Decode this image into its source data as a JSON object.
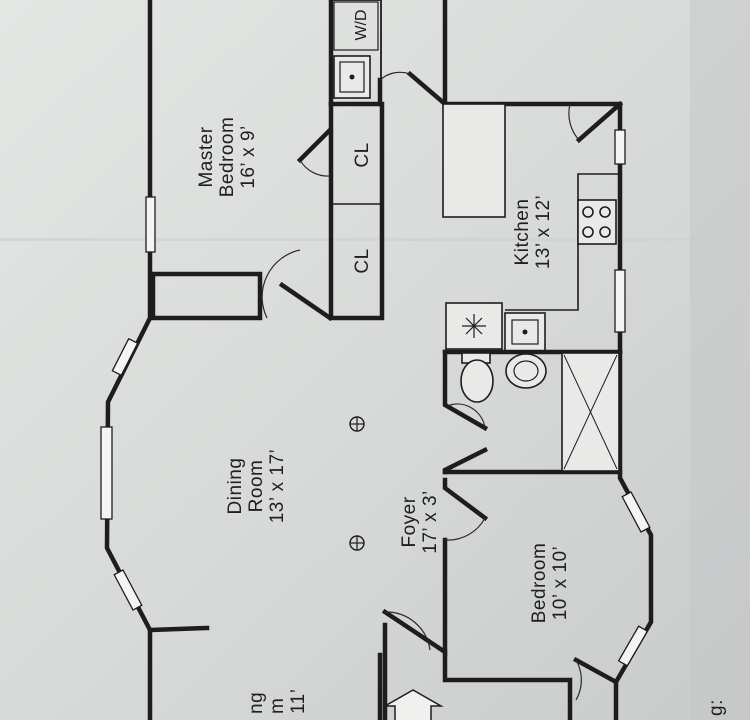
{
  "rooms": {
    "master_bedroom": {
      "name": "Master\nBedroom",
      "size": "16’ x 9’"
    },
    "kitchen": {
      "name": "Kitchen",
      "size": "13’ x 12’"
    },
    "dining_room": {
      "name": "Dining\nRoom",
      "size": "13’ x 17’"
    },
    "foyer": {
      "name": "Foyer",
      "size": "17’ x 3’"
    },
    "bedroom": {
      "name": "Bedroom",
      "size": "10’ x 10’"
    },
    "living_room_partial": {
      "name": "ng\nm",
      "size": "11’"
    }
  },
  "closets": [
    "CL",
    "CL"
  ],
  "laundry": "W/D",
  "edge_text": "g:",
  "icons": [
    "washer-sink-icon",
    "stove-icon",
    "refrigerator-icon",
    "kitchen-sink-icon",
    "toilet-icon",
    "bathroom-sink-icon",
    "ceiling-fixture-icon",
    "entry-arrow-icon"
  ],
  "colors": {
    "paper": "#d9dbda",
    "ink": "#1d1d1f"
  }
}
